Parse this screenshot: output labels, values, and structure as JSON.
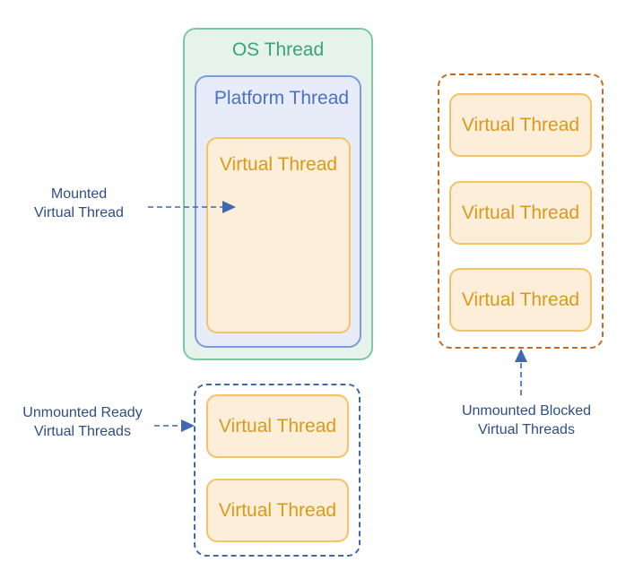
{
  "os_thread": {
    "label": "OS Thread"
  },
  "platform_thread": {
    "label": "Platform Thread"
  },
  "mounted": {
    "virtual_thread_label": "Virtual Thread",
    "caption_line1": "Mounted",
    "caption_line2": "Virtual Thread"
  },
  "ready": {
    "caption_line1": "Unmounted Ready",
    "caption_line2": "Virtual Threads",
    "threads": [
      "Virtual Thread",
      "Virtual Thread"
    ]
  },
  "blocked": {
    "caption_line1": "Unmounted Blocked",
    "caption_line2": "Virtual Threads",
    "threads": [
      "Virtual Thread",
      "Virtual Thread",
      "Virtual Thread"
    ]
  },
  "colors": {
    "os_thread_border": "#7ec7a5",
    "platform_thread_border": "#7b9ae0",
    "virtual_thread_border": "#f5c267",
    "ready_group_border": "#3f68ad",
    "blocked_group_border": "#c9681f",
    "arrow": "#3f68ad"
  }
}
